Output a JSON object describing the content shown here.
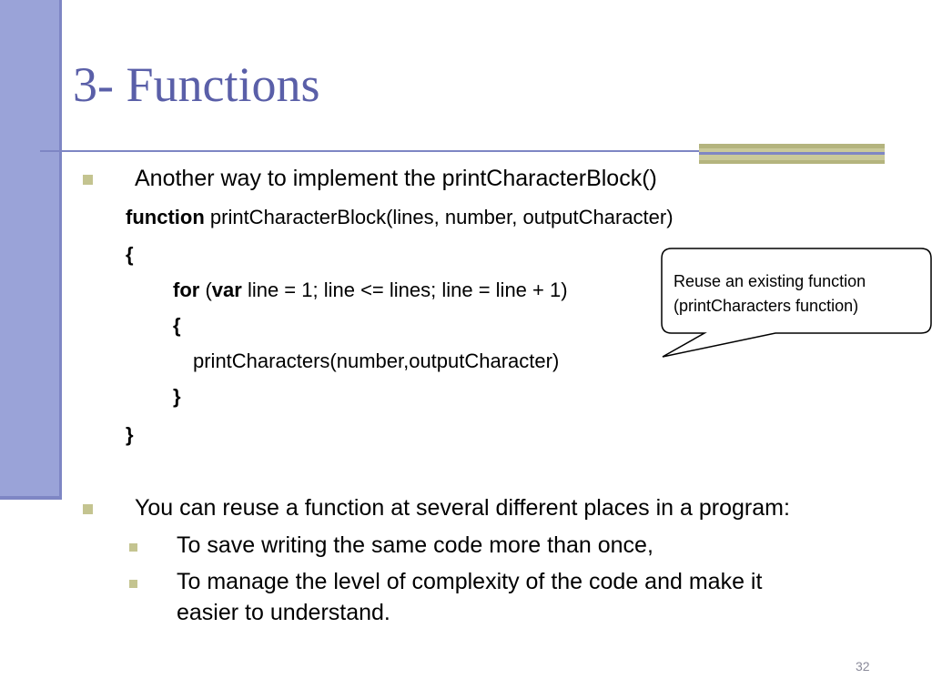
{
  "slide": {
    "title": "3- Functions",
    "page_number": "32"
  },
  "bullet1": {
    "text": "Another way to implement the printCharacterBlock()"
  },
  "code": {
    "line1_kw": "function",
    "line1_rest": " printCharacterBlock(lines, number, outputCharacter)",
    "brace_open": "{",
    "for_kw": "for",
    "paren_open": " (",
    "var_kw": "var",
    "for_rest": " line = 1; line <= lines; line = line + 1)",
    "inner_brace_open": "{",
    "call": "printCharacters(number,outputCharacter)",
    "inner_brace_close": "}",
    "brace_close": "}"
  },
  "callout": {
    "line1": "Reuse an existing function",
    "line2": "(printCharacters function)"
  },
  "bullet2": {
    "text": "You can reuse a function at several different places in a program:",
    "sub1": "To save writing the same code more than once,",
    "sub2_line1": "To manage the level of complexity of the code and make it",
    "sub2_line2": "easier to understand."
  },
  "colors": {
    "title": "#5a5fa8",
    "sidebar": "#9aa3d8",
    "bullet": "#c4c490"
  }
}
